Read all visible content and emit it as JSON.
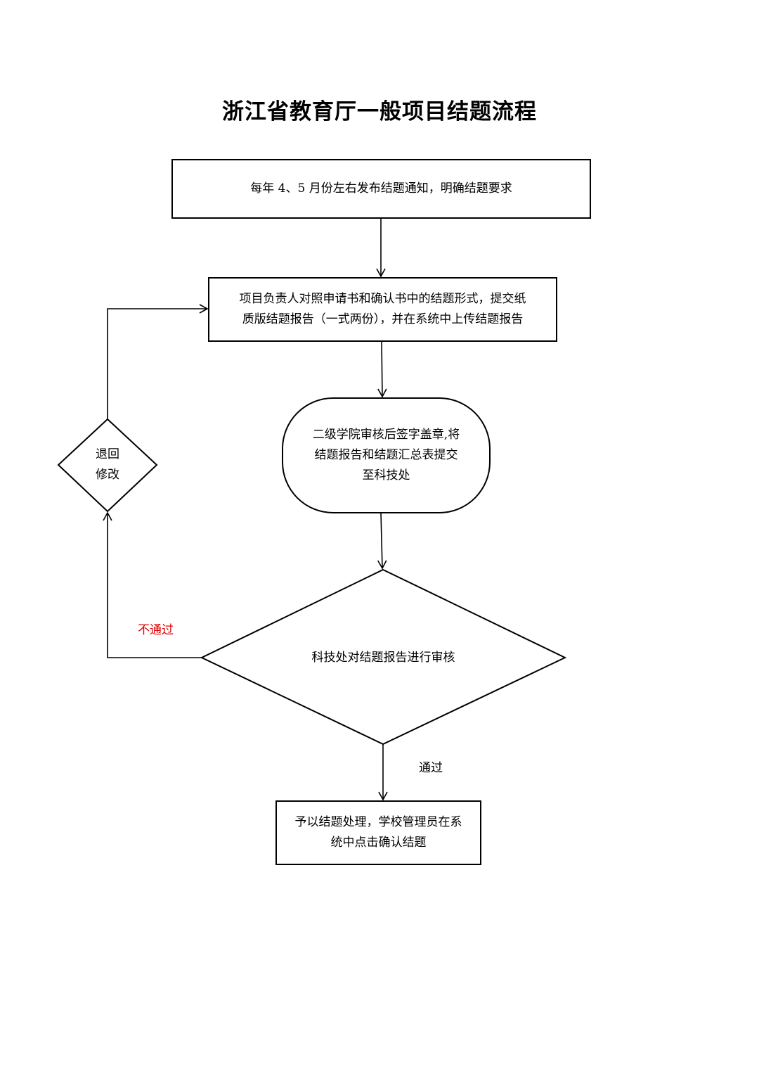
{
  "title": "浙江省教育厅一般项目结题流程",
  "colors": {
    "stroke": "#000000",
    "reject_label": "#e00000"
  },
  "nodes": {
    "notice": {
      "text": "每年 4、5 月份左右发布结题通知，明确结题要求",
      "shape": "rectangle"
    },
    "submit": {
      "line1": "项目负责人对照申请书和确认书中的结题形式，提交纸",
      "line2": "质版结题报告（一式两份），并在系统中上传结题报告",
      "shape": "rectangle"
    },
    "college": {
      "line1": "二级学院审核后签字盖章,将",
      "line2": "结题报告和结题汇总表提交",
      "line3": "至科技处",
      "shape": "rounded-rectangle"
    },
    "review": {
      "text": "科技处对结题报告进行审核",
      "shape": "diamond"
    },
    "return": {
      "line1": "退回",
      "line2": "修改",
      "shape": "diamond"
    },
    "finish": {
      "line1": "予以结题处理，学校管理员在系",
      "line2": "统中点击确认结题",
      "shape": "rectangle"
    }
  },
  "edges": {
    "fail_label": "不通过",
    "pass_label": "通过"
  }
}
